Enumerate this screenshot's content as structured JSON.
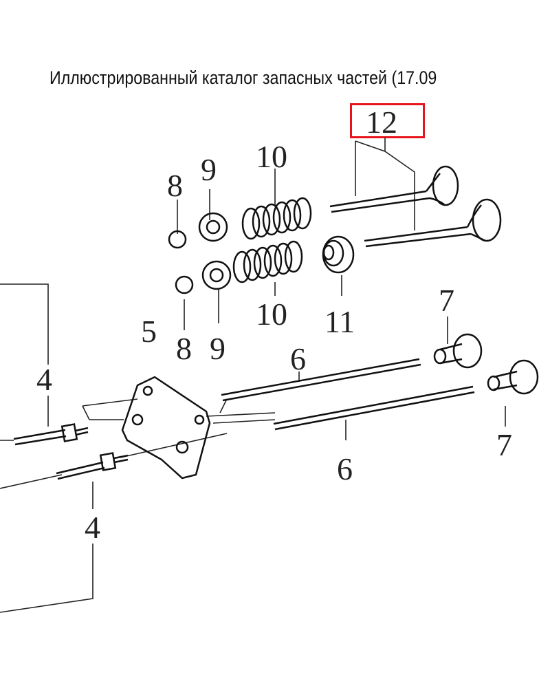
{
  "title": "Иллюстрированный каталог запасных частей (17.09",
  "highlight_color": "#e8141c",
  "highlighted_part": "12",
  "callouts": [
    "12",
    "10",
    "9",
    "8",
    "10",
    "11",
    "8",
    "9",
    "5",
    "6",
    "7",
    "4",
    "7",
    "6",
    "4"
  ]
}
